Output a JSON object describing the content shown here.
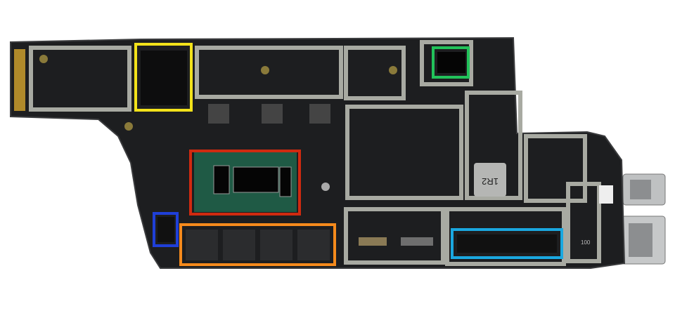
{
  "image": {
    "subject": "motherboard",
    "inductor_marking": "1R2",
    "small_marking": "100",
    "highlight_colors": {
      "storage": "#f2e21a",
      "ambient_chip": "#22c25a",
      "cpu": "#d02a10",
      "small_chip": "#1f3fd8",
      "ram": "#f58a1c",
      "wireless": "#1aa8e0"
    }
  }
}
